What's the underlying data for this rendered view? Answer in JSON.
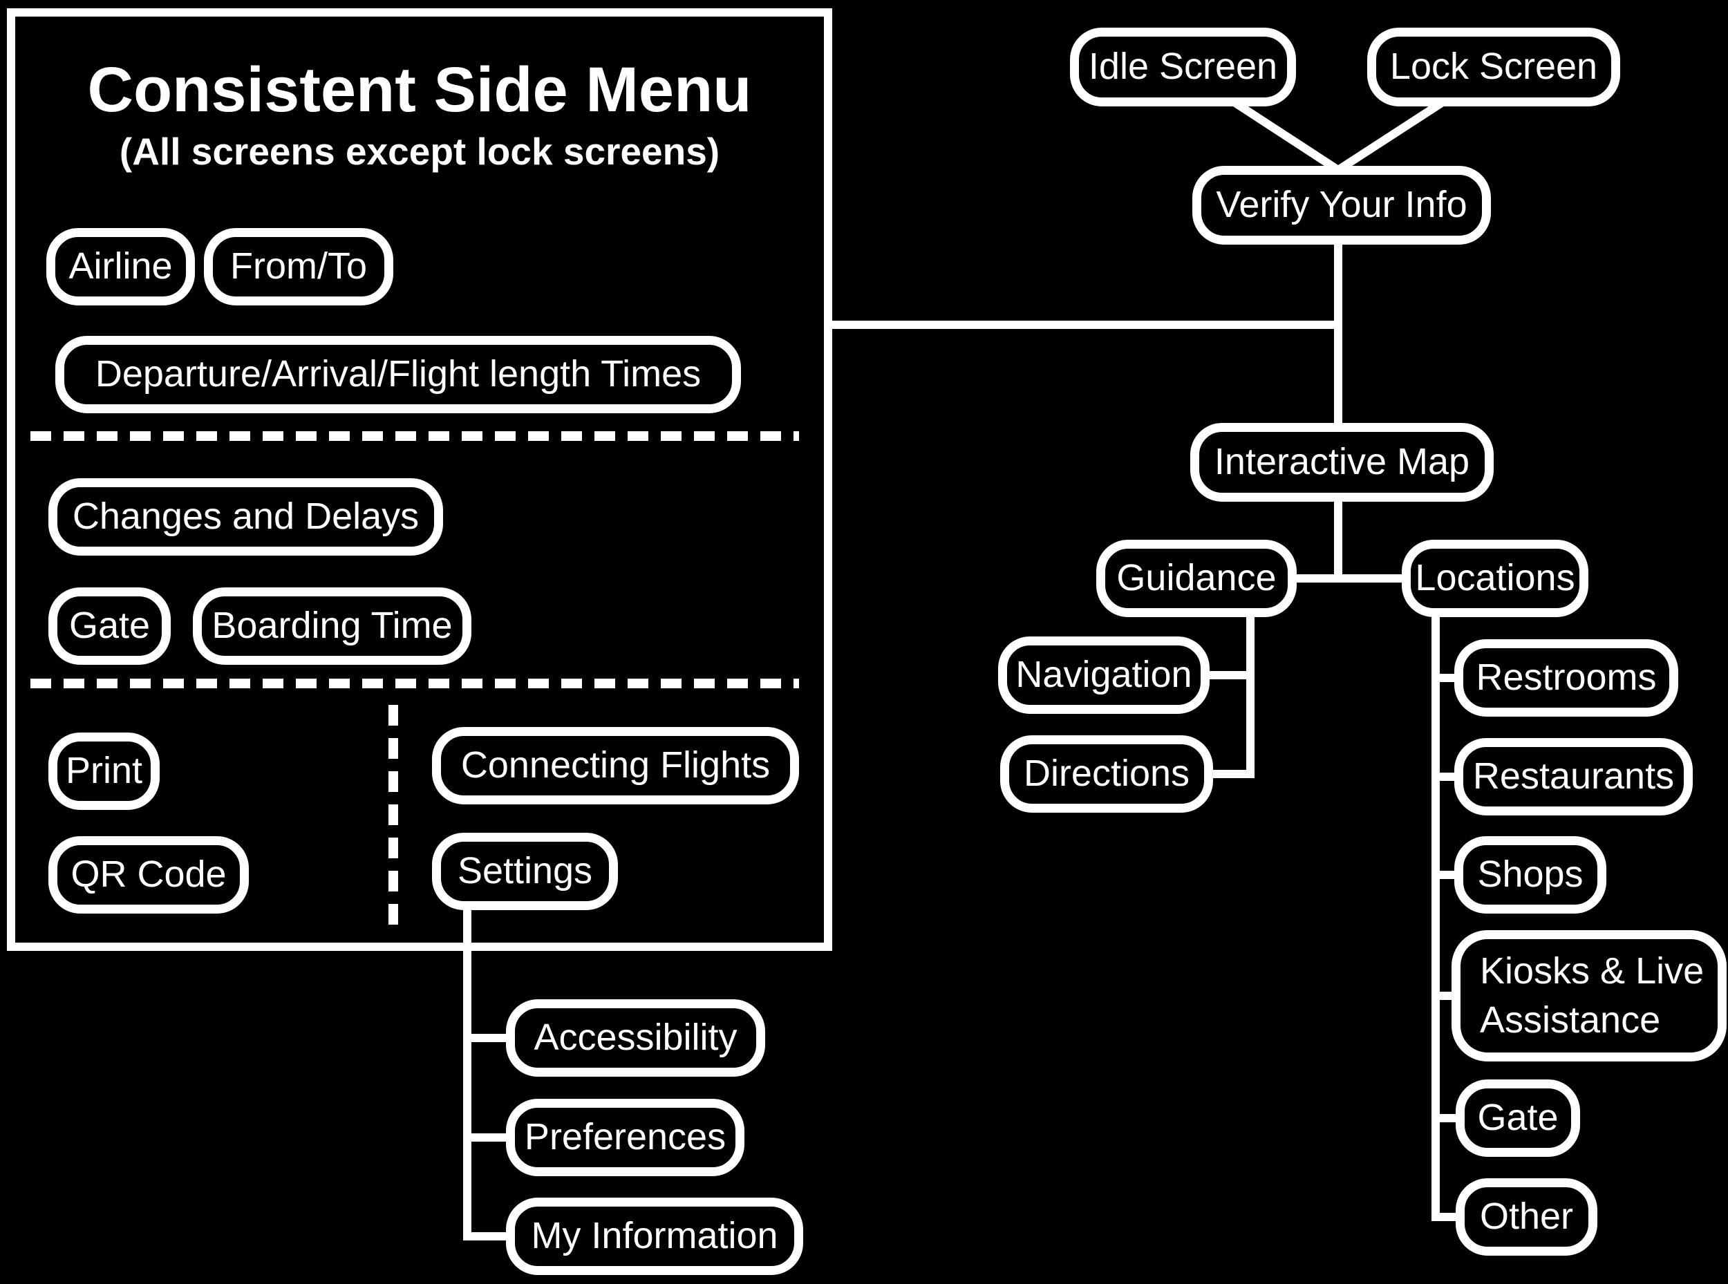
{
  "colors": {
    "background": "#000000",
    "foreground": "#ffffff"
  },
  "side_menu": {
    "title": "Consistent Side Menu",
    "subtitle": "(All screens except lock screens)",
    "items": {
      "airline": "Airline",
      "from_to": "From/To",
      "departure_arrival": "Departure/Arrival/Flight length Times",
      "changes_delays": "Changes and Delays",
      "gate": "Gate",
      "boarding_time": "Boarding Time",
      "print": "Print",
      "connecting_flights": "Connecting Flights",
      "qr_code": "QR Code",
      "settings": "Settings"
    },
    "settings_children": {
      "accessibility": "Accessibility",
      "preferences": "Preferences",
      "my_information": "My Information"
    }
  },
  "flow": {
    "idle_screen": "Idle Screen",
    "lock_screen": "Lock Screen",
    "verify_your_info": "Verify Your Info",
    "interactive_map": "Interactive Map",
    "guidance": "Guidance",
    "locations": "Locations",
    "navigation": "Navigation",
    "directions": "Directions",
    "restrooms": "Restrooms",
    "restaurants": "Restaurants",
    "shops": "Shops",
    "kiosks_live_assistance": {
      "line1": "Kiosks & Live",
      "line2": "Assistance"
    },
    "gate": "Gate",
    "other": "Other"
  }
}
